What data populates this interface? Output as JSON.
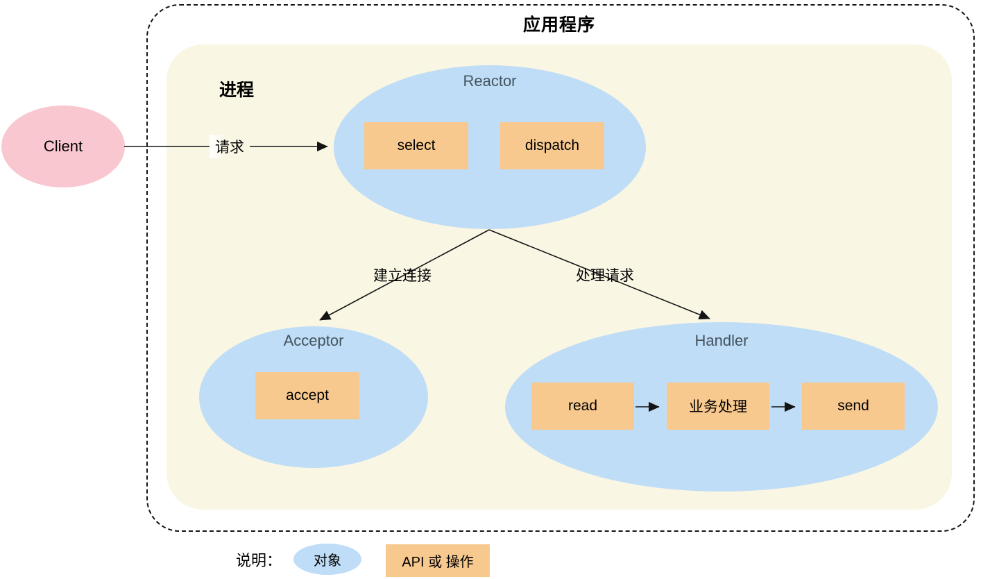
{
  "app": {
    "title": "应用程序",
    "process_label": "进程"
  },
  "client": {
    "label": "Client"
  },
  "edges": {
    "request": "请求",
    "establish_connection": "建立连接",
    "handle_request": "处理请求"
  },
  "reactor": {
    "title": "Reactor",
    "ops": [
      "select",
      "dispatch"
    ]
  },
  "acceptor": {
    "title": "Acceptor",
    "ops": [
      "accept"
    ]
  },
  "handler": {
    "title": "Handler",
    "ops": [
      "read",
      "业务处理",
      "send"
    ]
  },
  "legend": {
    "label": "说明：",
    "object": "对象",
    "api": "API 或 操作"
  },
  "colors": {
    "client_pink": "#F9C7CF",
    "object_blue": "#BFDDF6",
    "api_orange": "#F8C98F",
    "process_cream": "#FAF6E4",
    "line_black": "#141414",
    "ellipse_title_gray": "#44535E"
  }
}
